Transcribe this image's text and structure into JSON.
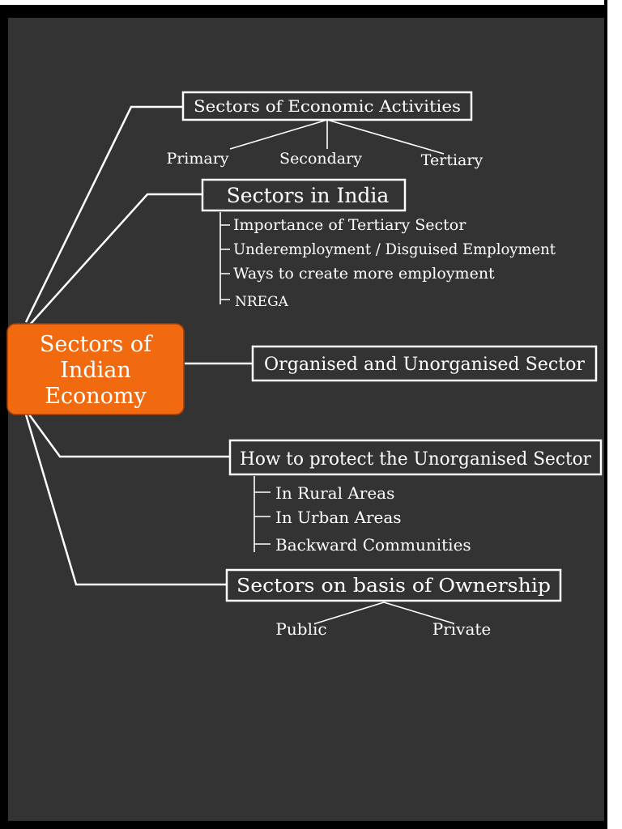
{
  "central": {
    "lines": [
      "Sectors of",
      "Indian",
      "Economy"
    ],
    "color": "#f26a10"
  },
  "branches": {
    "economic_activities": {
      "title": "Sectors of Economic Activities",
      "children": [
        "Primary",
        "Secondary",
        "Tertiary"
      ]
    },
    "sectors_india": {
      "title": "Sectors in India",
      "items": [
        "Importance of Tertiary Sector",
        "Underemployment / Disguised Employment",
        "Ways to create more employment",
        "NREGA"
      ]
    },
    "organised": {
      "title": "Organised and Unorganised Sector"
    },
    "protect": {
      "title": "How to protect the Unorganised Sector",
      "items": [
        "In Rural Areas",
        "In Urban Areas",
        "Backward Communities"
      ]
    },
    "ownership": {
      "title": "Sectors on basis of Ownership",
      "children": [
        "Public",
        "Private"
      ]
    }
  }
}
